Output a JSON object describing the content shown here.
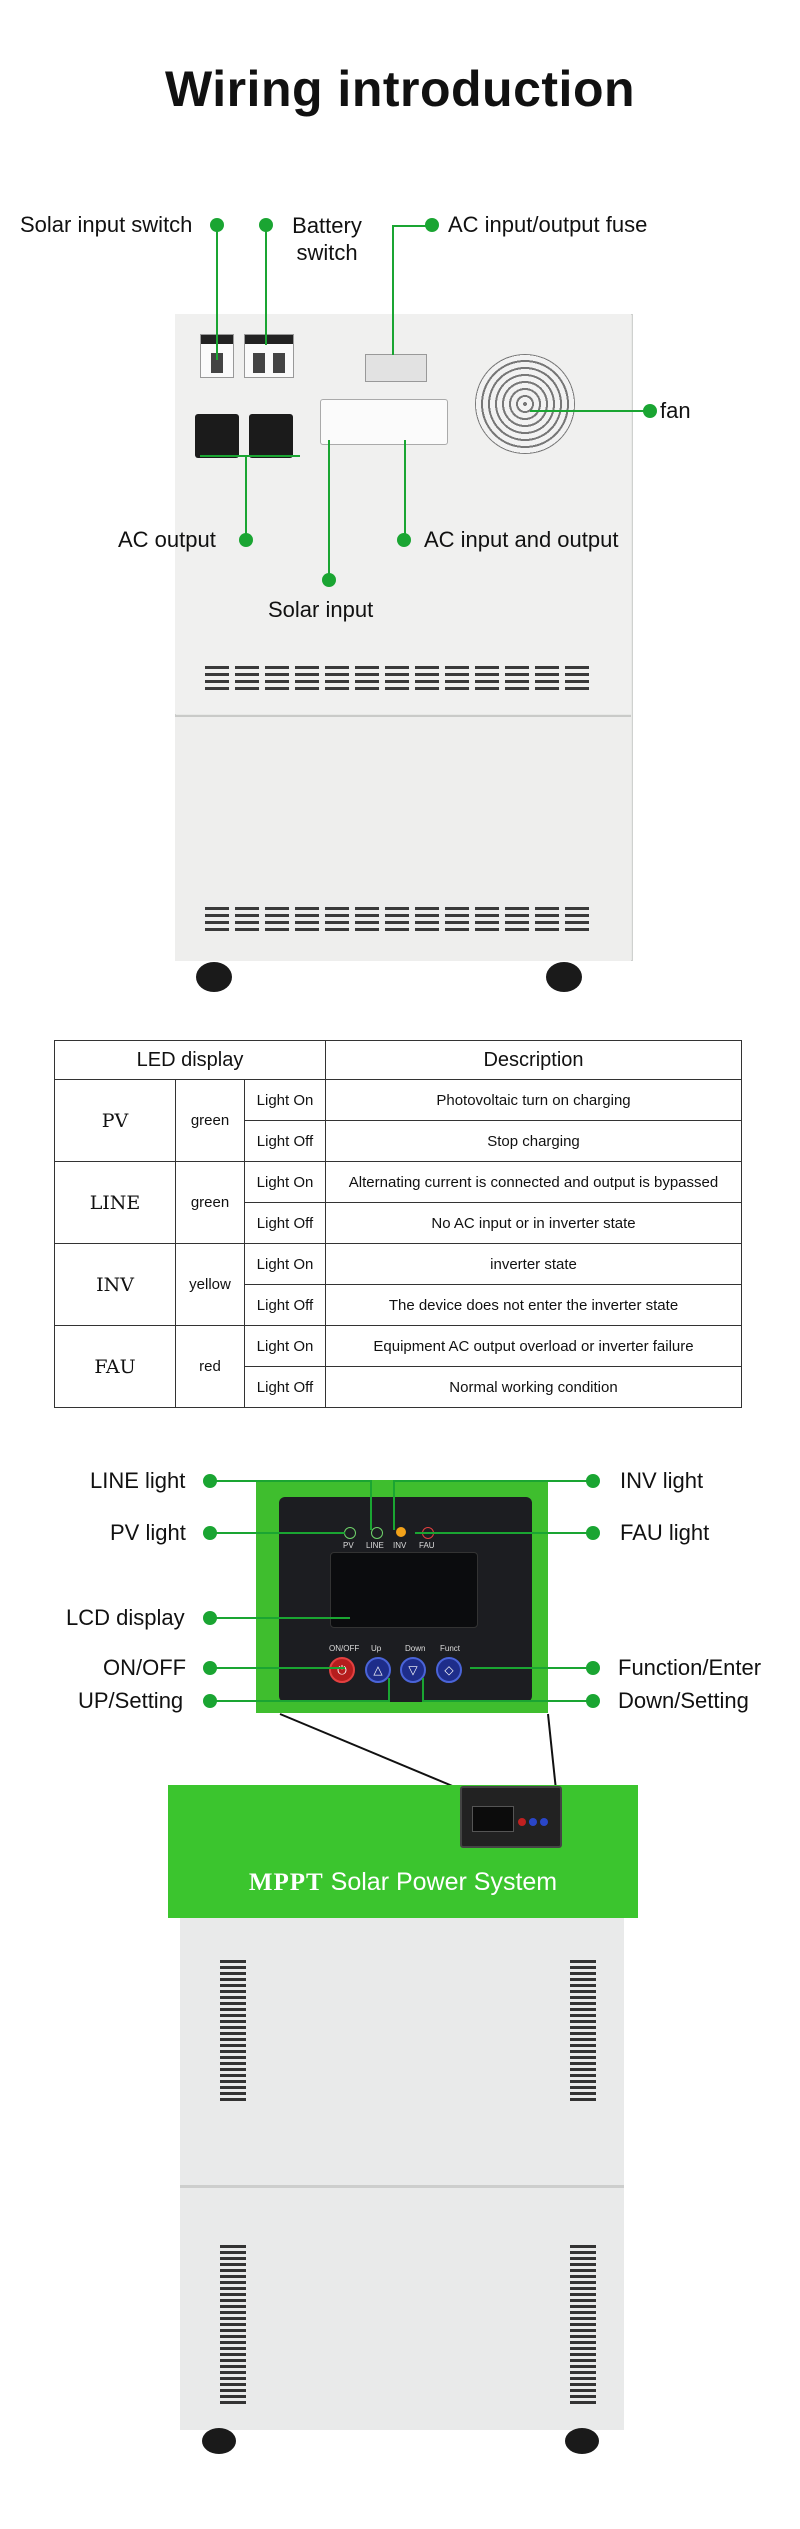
{
  "title": "Wiring introduction",
  "wiring_labels": {
    "solar_input_switch": "Solar input switch",
    "battery_switch_1": "Battery",
    "battery_switch_2": "switch",
    "ac_fuse": "AC input/output fuse",
    "fan": "fan",
    "ac_output": "AC output",
    "ac_input_output": "AC input and output",
    "solar_input": "Solar input"
  },
  "table": {
    "header_led": "LED display",
    "header_desc": "Description",
    "rows": [
      {
        "indicator": "PV",
        "color": "green",
        "on_state": "Light On",
        "on_desc": "Photovoltaic turn on charging",
        "off_state": "Light Off",
        "off_desc": "Stop charging"
      },
      {
        "indicator": "LINE",
        "color": "green",
        "on_state": "Light On",
        "on_desc": "Alternating current is connected and output is bypassed",
        "off_state": "Light Off",
        "off_desc": "No AC input or in inverter state"
      },
      {
        "indicator": "INV",
        "color": "yellow",
        "on_state": "Light On",
        "on_desc": "inverter state",
        "off_state": "Light Off",
        "off_desc": "The device does not enter the inverter state"
      },
      {
        "indicator": "FAU",
        "color": "red",
        "on_state": "Light On",
        "on_desc": "Equipment AC output overload or inverter failure",
        "off_state": "Light Off",
        "off_desc": "Normal working condition"
      }
    ]
  },
  "panel_labels": {
    "line_light": "LINE light",
    "inv_light": "INV light",
    "pv_light": "PV light",
    "fau_light": "FAU light",
    "lcd_display": "LCD display",
    "on_off": "ON/OFF",
    "up_setting": "UP/Setting",
    "function_enter": "Function/Enter",
    "down_setting": "Down/Setting"
  },
  "panel_text": {
    "pv": "PV",
    "line": "LINE",
    "inv": "INV",
    "fau": "FAU",
    "onoff": "ON/OFF",
    "up": "Up",
    "down": "Down",
    "funct": "Funct"
  },
  "brand": {
    "mppt": "MPPT",
    "rest": "Solar Power System"
  },
  "colors": {
    "accent_green": "#1aa532",
    "panel_green": "#3fbe2e"
  }
}
